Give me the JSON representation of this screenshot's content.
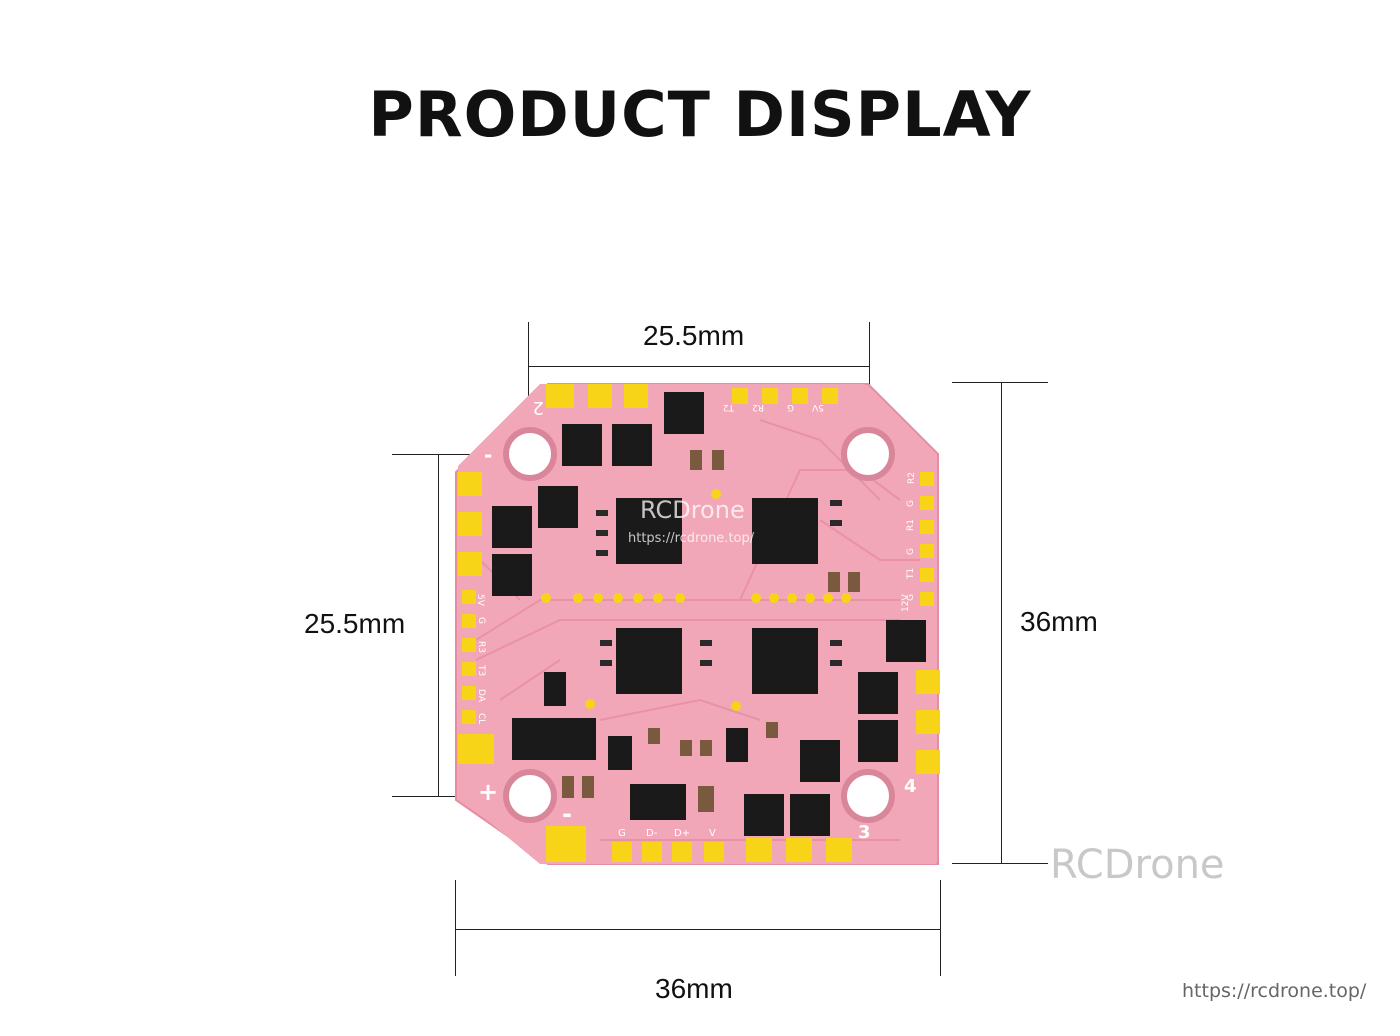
{
  "title": "PRODUCT DISPLAY",
  "dimensions": {
    "top_hole_spacing": "25.5mm",
    "left_hole_spacing": "25.5mm",
    "right_board_height": "36mm",
    "bottom_board_width": "36mm"
  },
  "board": {
    "color": "#f2a7b8",
    "pad_color": "#f7d417",
    "hole_labels": [
      "2",
      "4",
      "3"
    ],
    "polarity_labels": [
      "-",
      "+",
      "-"
    ],
    "top_pad_labels": [
      "T2",
      "R2",
      "G",
      "5V"
    ],
    "right_pad_labels": [
      "R2",
      "G",
      "R1",
      "G",
      "T1",
      "G",
      "12V"
    ],
    "left_pad_labels": [
      "5V",
      "G",
      "R3",
      "T3",
      "DA",
      "CL"
    ],
    "bottom_pad_labels": [
      "G",
      "D-",
      "D+",
      "V"
    ]
  },
  "watermarks": {
    "center_brand": "RCDrone",
    "center_url": "https://rcdrone.top/",
    "brand": "RCDrone",
    "url": "https://rcdrone.top/"
  },
  "colors": {
    "title": "#111111",
    "board": "#f2a7b8",
    "pads": "#f7d417",
    "chips": "#1a1a1a",
    "watermark": "#c8c8c8"
  }
}
